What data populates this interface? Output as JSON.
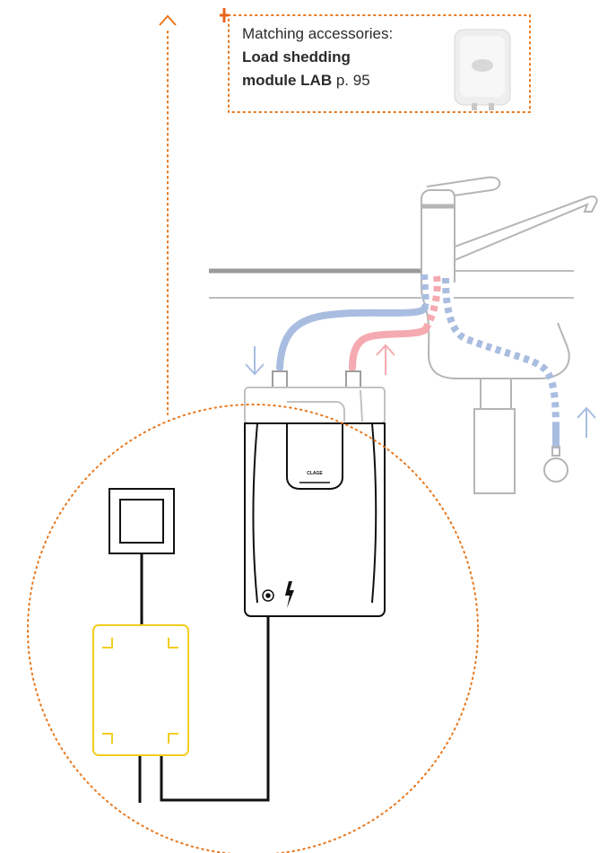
{
  "accessories": {
    "intro": "Matching accessories:",
    "product_line1": "Load shedding",
    "product_line2": "module LAB",
    "page_ref": "p. 95"
  },
  "heater": {
    "brand": "CLAGE"
  },
  "icons": [
    "plus-icon",
    "chevron-up-icon",
    "lightning-icon",
    "target-icon"
  ],
  "colors": {
    "accent_dotted": "#e8771c",
    "plus": "#e8631c",
    "cold_pipe": "#a9bde0",
    "hot_pipe": "#f4aab0",
    "module": "#f3cd1f",
    "fixture_gray": "#b5b5b5",
    "wire": "#111111"
  }
}
